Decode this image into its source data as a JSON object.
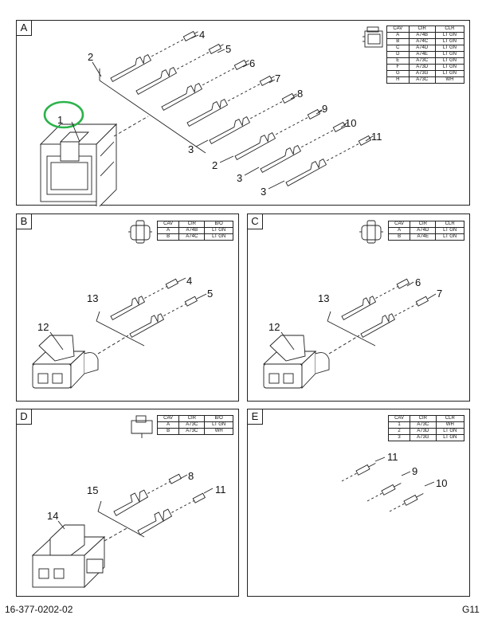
{
  "panels": {
    "a": {
      "letter": "A",
      "table": {
        "headers": [
          "CAV",
          "CIR",
          "CLR"
        ],
        "rows": [
          [
            "A",
            "A74B",
            "LT GN"
          ],
          [
            "B",
            "A74C",
            "LT GN"
          ],
          [
            "C",
            "A74D",
            "LT GN"
          ],
          [
            "D",
            "A74E",
            "LT GN"
          ],
          [
            "E",
            "A73C",
            "LT GN"
          ],
          [
            "F",
            "A73D",
            "LT GN"
          ],
          [
            "G",
            "A73G",
            "LT GN"
          ],
          [
            "H",
            "A73C",
            "WH"
          ]
        ]
      },
      "callouts": [
        "1",
        "2",
        "3",
        "2",
        "3",
        "3",
        "4",
        "5",
        "6",
        "7",
        "8",
        "9",
        "10",
        "11"
      ]
    },
    "b": {
      "letter": "B",
      "table": {
        "headers": [
          "CAV",
          "CIR",
          "B/O"
        ],
        "rows": [
          [
            "A",
            "A74B",
            "LT GN"
          ],
          [
            "B",
            "A74C",
            "LT GN"
          ]
        ]
      },
      "callouts": [
        "12",
        "13",
        "4",
        "5"
      ]
    },
    "c": {
      "letter": "C",
      "table": {
        "headers": [
          "CAV",
          "CIR",
          "CLR"
        ],
        "rows": [
          [
            "A",
            "A74D",
            "LT GN"
          ],
          [
            "B",
            "A74E",
            "LT GN"
          ]
        ]
      },
      "callouts": [
        "12",
        "13",
        "6",
        "7"
      ]
    },
    "d": {
      "letter": "D",
      "table": {
        "headers": [
          "CAV",
          "CIR",
          "B/O"
        ],
        "rows": [
          [
            "A",
            "A73C",
            "LT GN"
          ],
          [
            "B",
            "A73C",
            "WH"
          ]
        ]
      },
      "callouts": [
        "14",
        "15",
        "8",
        "11"
      ]
    },
    "e": {
      "letter": "E",
      "table": {
        "headers": [
          "CAV",
          "CIR",
          "CLR"
        ],
        "rows": [
          [
            "1",
            "A73C",
            "WH"
          ],
          [
            "2",
            "A73D",
            "LT GN"
          ],
          [
            "3",
            "A73G",
            "LT GN"
          ]
        ]
      },
      "callouts": [
        "11",
        "9",
        "10"
      ]
    }
  },
  "highlight_color": "#2bb34a",
  "footer": {
    "doc_number": "16-377-0202-02",
    "sheet": "G11"
  }
}
